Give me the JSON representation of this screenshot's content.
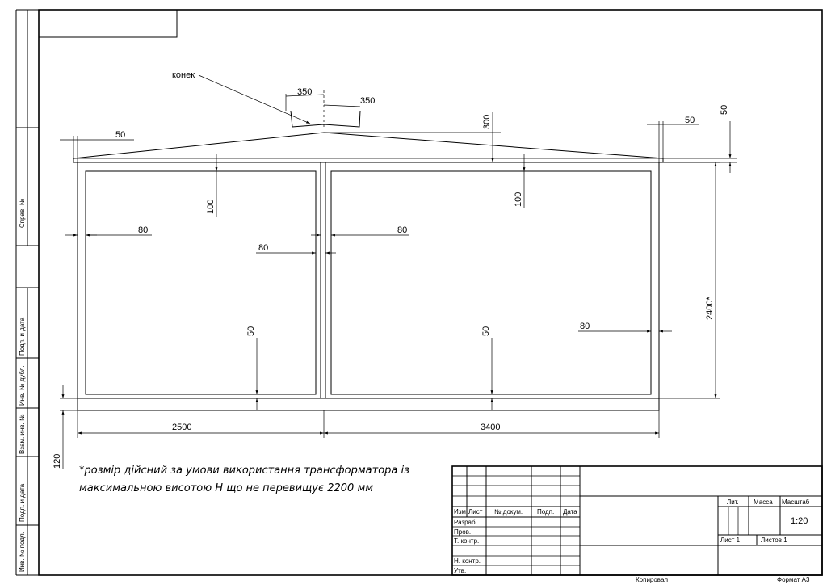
{
  "side_labels": {
    "sprav": "Справ. №",
    "podp1": "Подп. и дата",
    "inv_dubl": "Инв. № дубл.",
    "vzam": "Взам. инв. №",
    "podp2": "Подп. и дата",
    "inv_podl": "Инв. № подл."
  },
  "drawing": {
    "ridge_label": "конек",
    "dims": {
      "ridge_left_350": "350",
      "ridge_right_350": "350",
      "ridge_rise_300": "300",
      "overhang_left_50": "50",
      "overhang_right_50": "50",
      "roof_thk_50": "50",
      "top_rail_left_100": "100",
      "top_rail_right_100": "100",
      "left_post_80": "80",
      "mid_post_80": "80",
      "mid_right_80": "80",
      "right_post_80": "80",
      "bottom_rail_left_50": "50",
      "bottom_rail_right_50": "50",
      "height_2400": "2400*",
      "base_120": "120",
      "width_left_2500": "2500",
      "width_right_3400": "3400"
    },
    "note_line1": "*розмір дійсний за умови використання трансформатора із",
    "note_line2": "максимальною висотою Н що не перевищує 2200 мм"
  },
  "title_block": {
    "headers": {
      "izm": "Изм.",
      "list": "Лист",
      "doc": "№ докум.",
      "podp": "Подп.",
      "data": "Дата"
    },
    "rows": {
      "razrab": "Разраб.",
      "prov": "Пров.",
      "tkontr": "Т. контр.",
      "nkontr": "Н. контр.",
      "utv": "Утв."
    },
    "lit": "Лит.",
    "massa": "Масса",
    "masshtab": "Масштаб",
    "scale_value": "1:20",
    "sheet": "Лист 1",
    "sheets": "Листов 1",
    "kopiroval": "Копировал",
    "format": "Формат А3"
  }
}
